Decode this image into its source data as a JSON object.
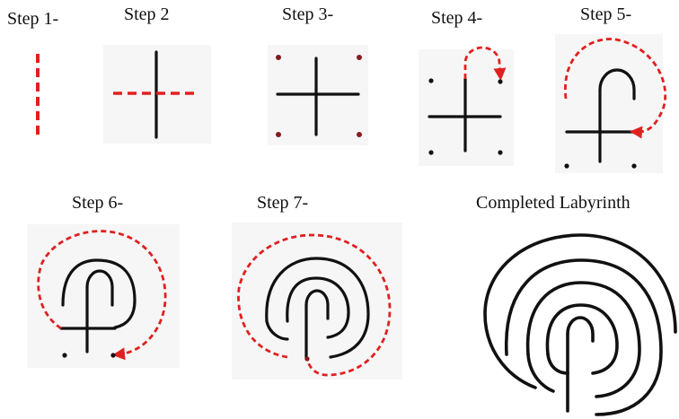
{
  "steps": [
    {
      "label": "Step 1-"
    },
    {
      "label": "Step 2"
    },
    {
      "label": "Step 3-"
    },
    {
      "label": "Step 4-"
    },
    {
      "label": "Step 5-"
    },
    {
      "label": "Step 6-"
    },
    {
      "label": "Step 7-"
    },
    {
      "label": "Completed Labyrinth"
    }
  ],
  "colors": {
    "line": "#111111",
    "guide": "#e02020",
    "dot": "#111111"
  }
}
